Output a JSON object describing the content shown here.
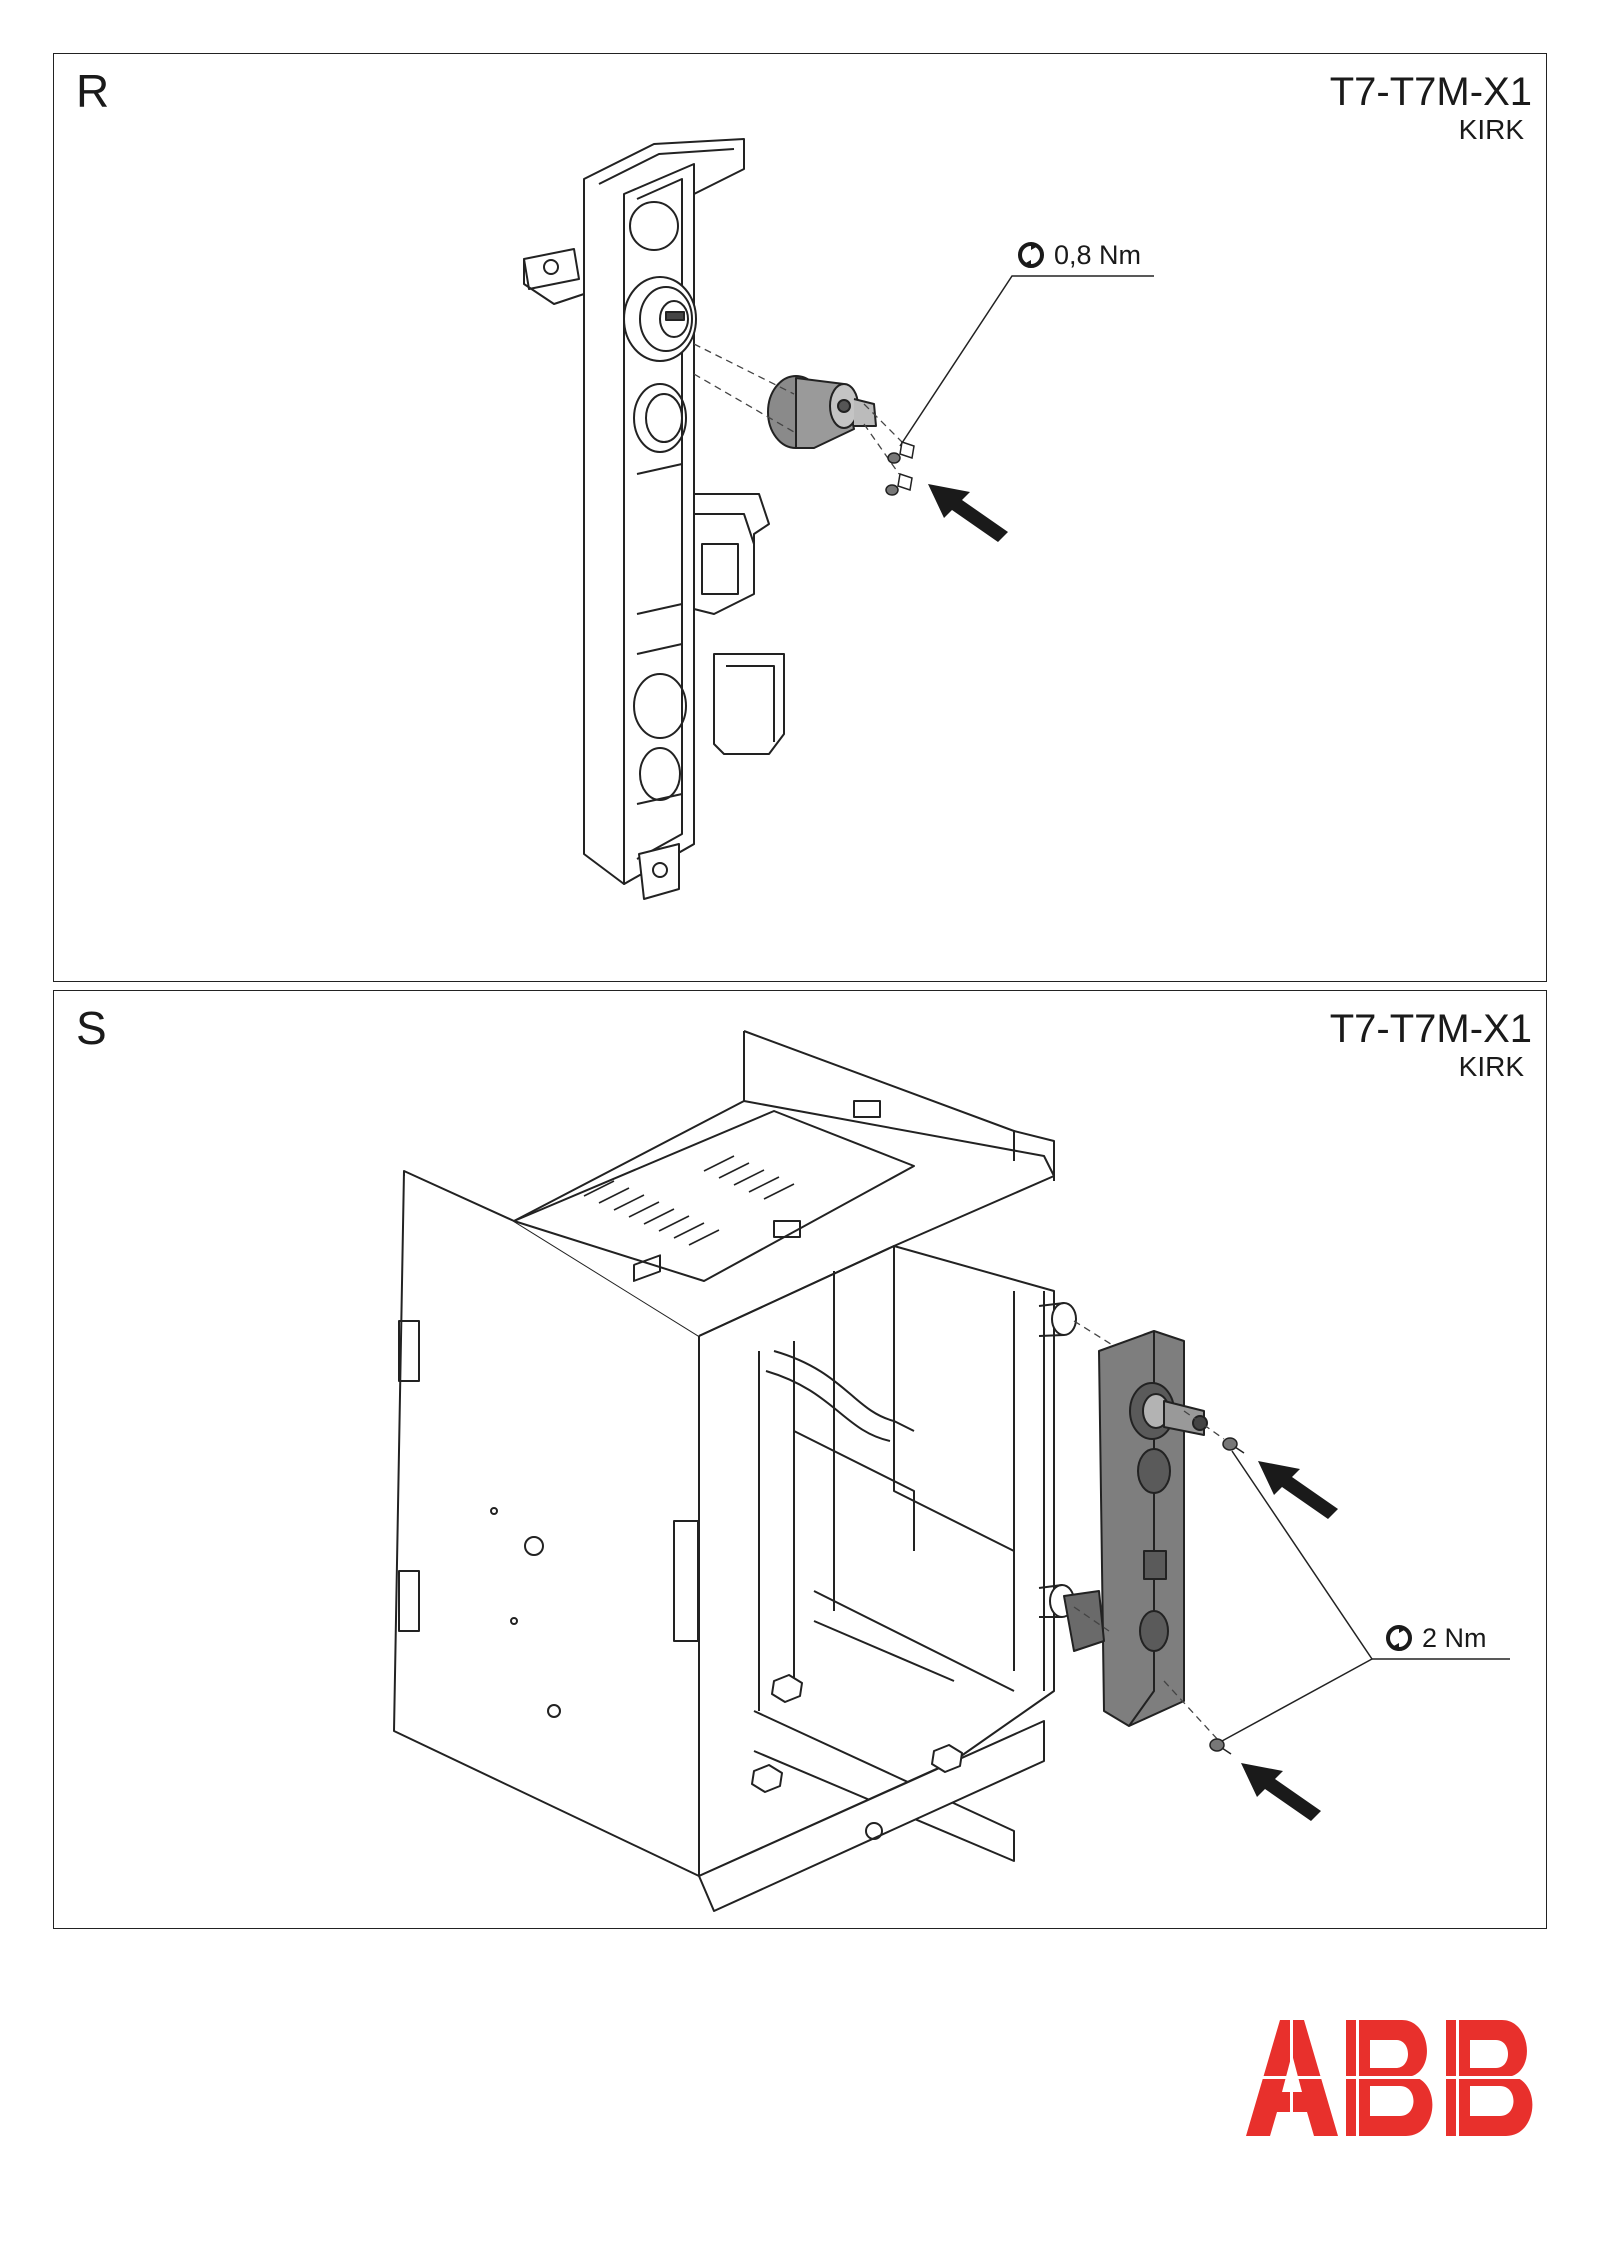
{
  "panels": [
    {
      "letter": "R",
      "model": "T7-T7M-X1",
      "interlock": "KIRK",
      "torque": "0,8 Nm"
    },
    {
      "letter": "S",
      "model": "T7-T7M-X1",
      "interlock": "KIRK",
      "torque": "2 Nm"
    }
  ],
  "logo": {
    "text": "ABB",
    "color": "#e8302c"
  },
  "icons": {
    "torque": "torque-wrench-icon",
    "insert": "insert-direction-arrow-icon"
  }
}
